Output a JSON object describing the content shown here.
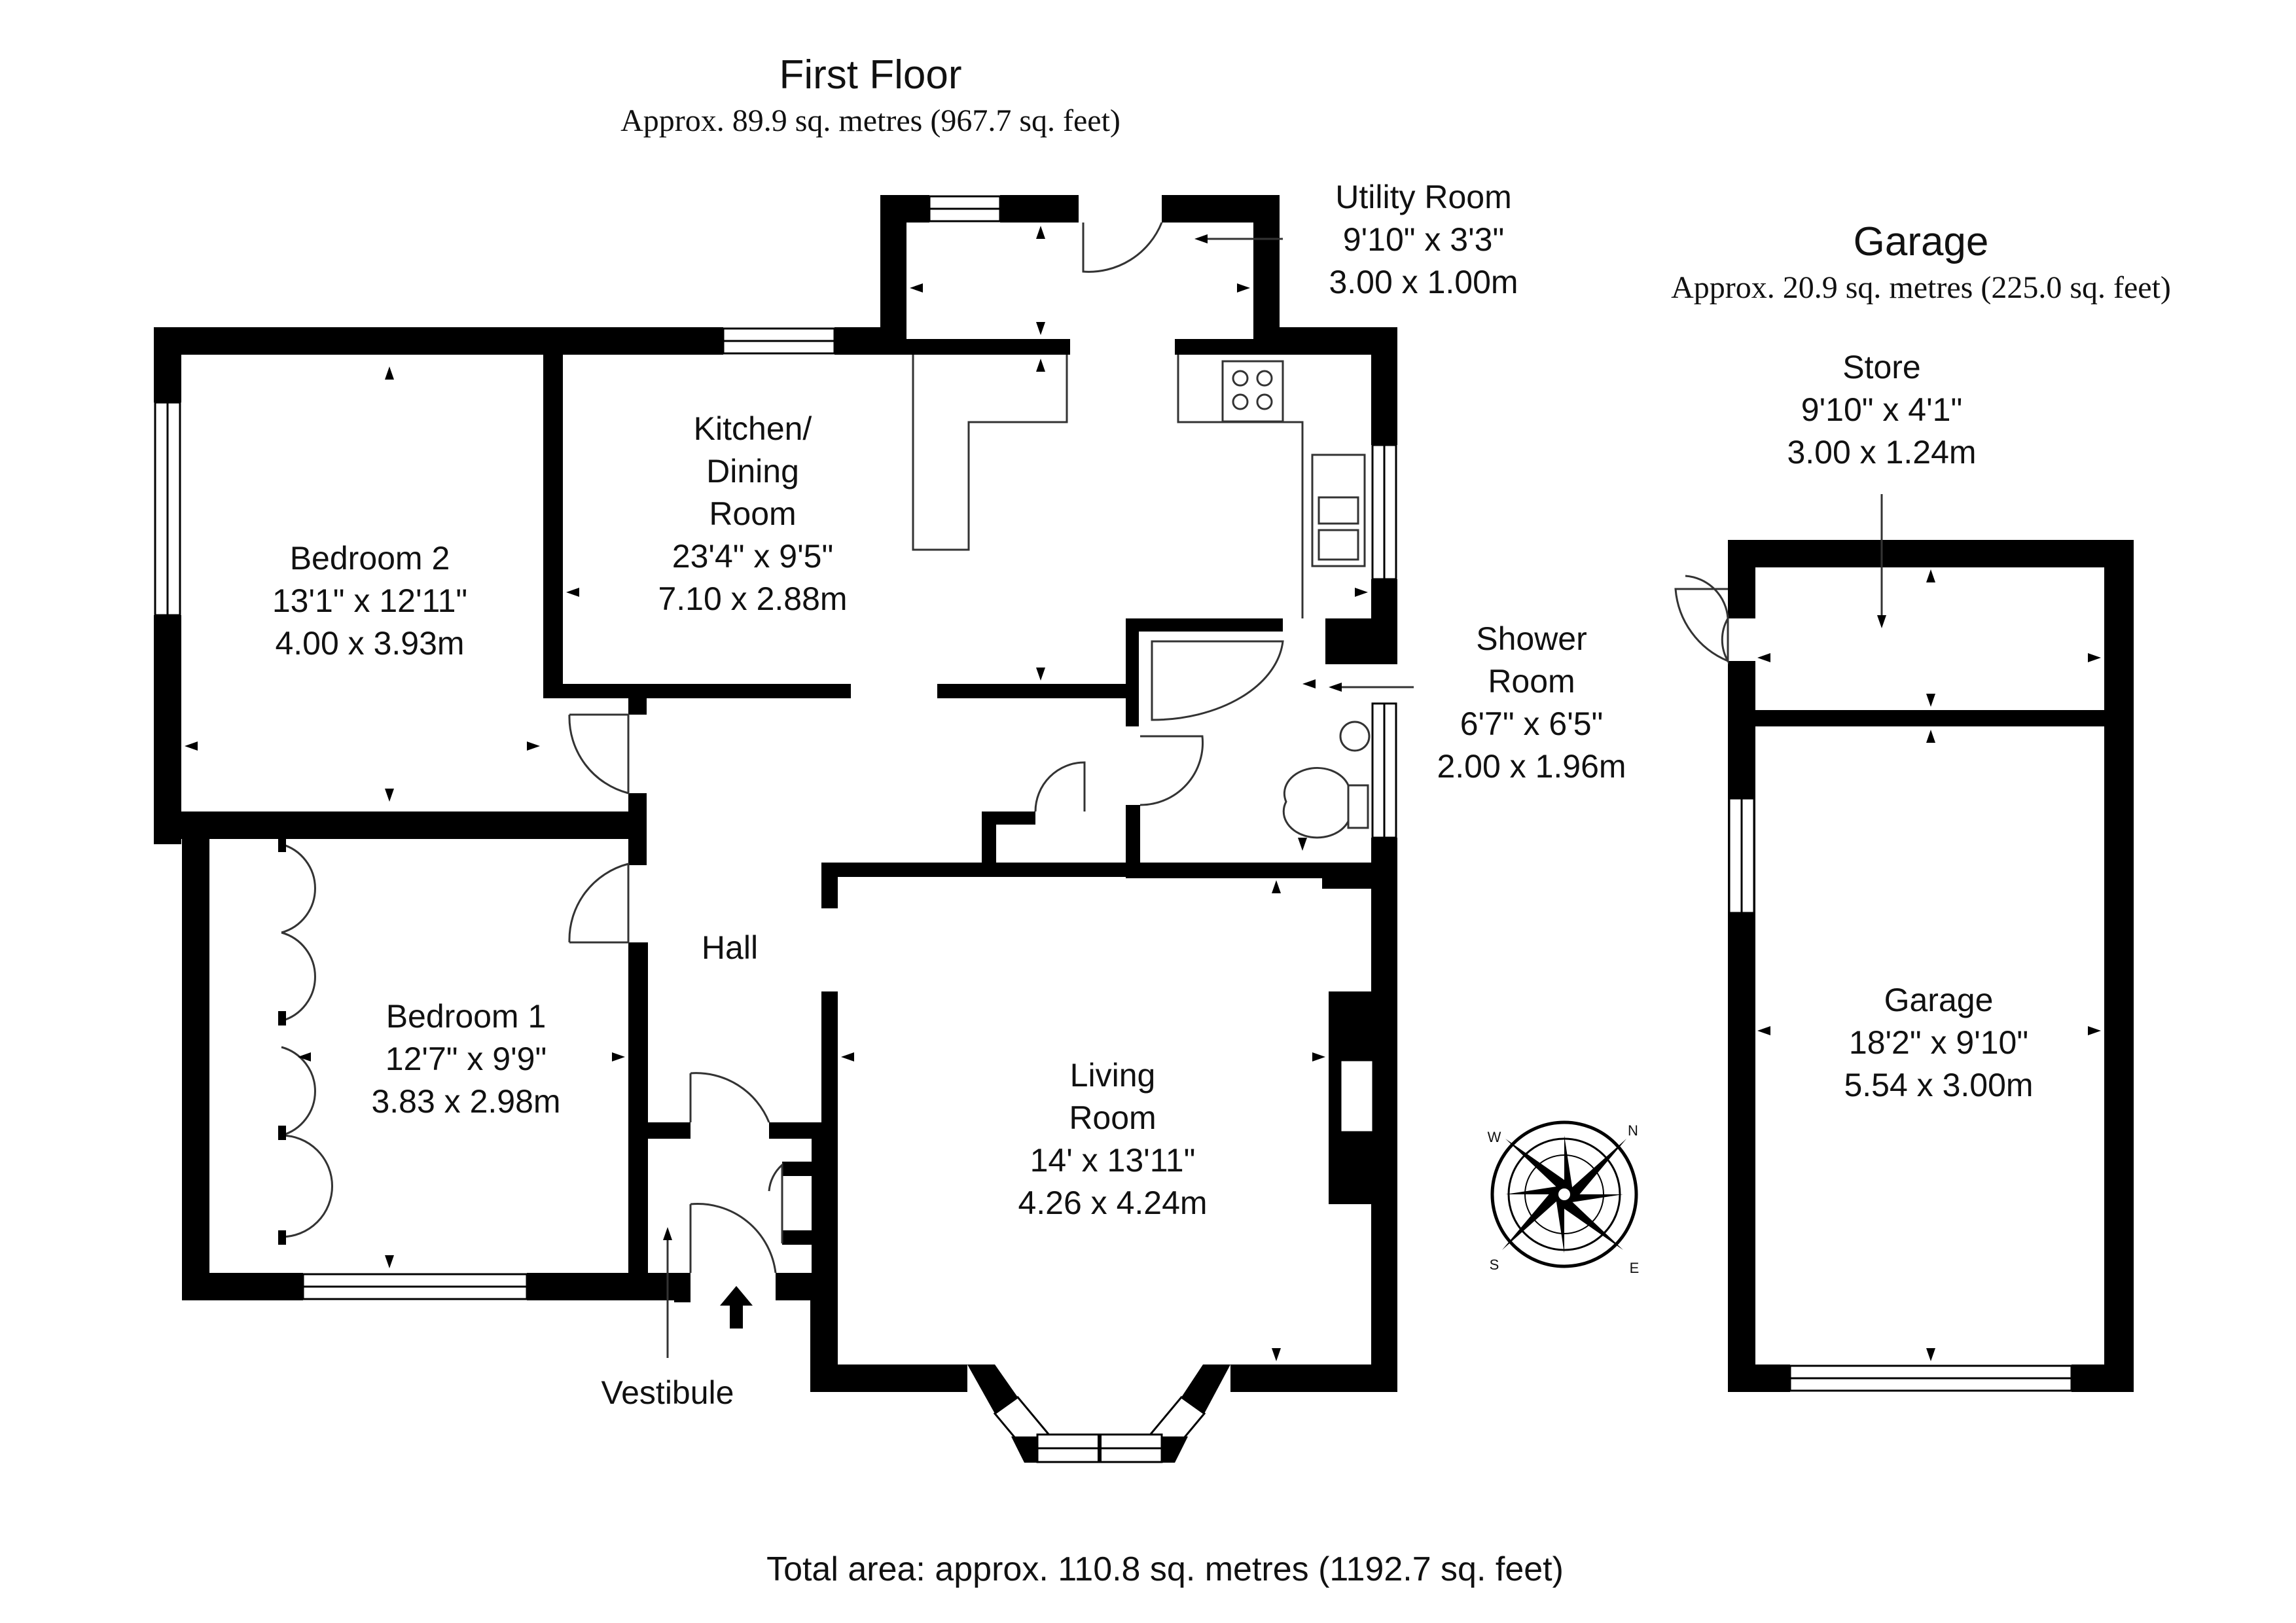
{
  "first_floor": {
    "title": "First Floor",
    "area": "Approx. 89.9 sq. metres (967.7 sq. feet)"
  },
  "garage_section": {
    "title": "Garage",
    "area": "Approx. 20.9 sq. metres (225.0 sq. feet)"
  },
  "rooms": {
    "utility": {
      "name": "Utility Room",
      "imperial": "9'10\" x 3'3\"",
      "metric": "3.00 x 1.00m"
    },
    "kitchen": {
      "name_line1": "Kitchen/",
      "name_line2": "Dining",
      "name_line3": "Room",
      "imperial": "23'4\" x 9'5\"",
      "metric": "7.10 x 2.88m"
    },
    "bedroom2": {
      "name": "Bedroom 2",
      "imperial": "13'1\" x 12'11\"",
      "metric": "4.00 x 3.93m"
    },
    "bedroom1": {
      "name": "Bedroom 1",
      "imperial": "12'7\" x 9'9\"",
      "metric": "3.83 x 2.98m"
    },
    "shower": {
      "name_line1": "Shower",
      "name_line2": "Room",
      "imperial": "6'7\" x 6'5\"",
      "metric": "2.00 x 1.96m"
    },
    "living": {
      "name_line1": "Living",
      "name_line2": "Room",
      "imperial": "14' x 13'11\"",
      "metric": "4.26 x 4.24m"
    },
    "hall": {
      "name": "Hall"
    },
    "vestibule": {
      "name": "Vestibule"
    },
    "store": {
      "name": "Store",
      "imperial": "9'10\" x 4'1\"",
      "metric": "3.00 x 1.24m"
    },
    "garage": {
      "name": "Garage",
      "imperial": "18'2\" x 9'10\"",
      "metric": "5.54 x 3.00m"
    }
  },
  "compass": {
    "labels": [
      "W",
      "N",
      "S",
      "E"
    ]
  },
  "total_area": "Total area: approx. 110.8 sq. metres (1192.7 sq. feet)"
}
